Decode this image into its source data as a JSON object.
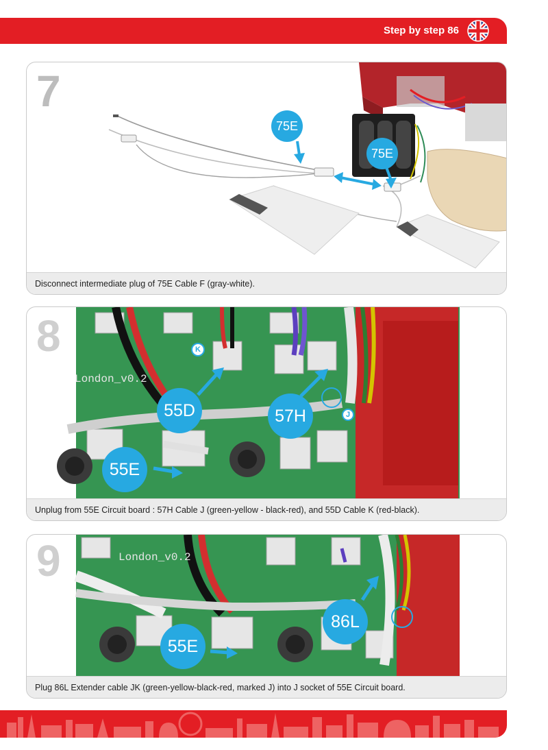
{
  "header": {
    "title": "Step by step 86",
    "colors": {
      "accent": "#e31e24",
      "callout": "#27a9e1"
    },
    "flag_icon": "uk-flag-icon"
  },
  "steps": [
    {
      "number": "7",
      "caption": "Disconnect intermediate plug of 75E Cable F (gray-white).",
      "callouts": [
        "75E",
        "75E"
      ]
    },
    {
      "number": "8",
      "caption": "Unplug from 55E Circuit board : 57H Cable J (green-yellow - black-red), and 55D Cable K (red-black).",
      "callouts": [
        "55D",
        "57H",
        "55E"
      ],
      "markers": [
        "K",
        "J"
      ],
      "board_label": "London",
      "board_version": "_v0.2"
    },
    {
      "number": "9",
      "caption": "Plug 86L Extender cable JK (green-yellow-black-red, marked J) into J socket of 55E Circuit board.",
      "callouts": [
        "86L",
        "55E"
      ],
      "board_label": "London",
      "board_version": "_v0.2"
    }
  ],
  "footer": {
    "decoration": "london-skyline-icon"
  }
}
